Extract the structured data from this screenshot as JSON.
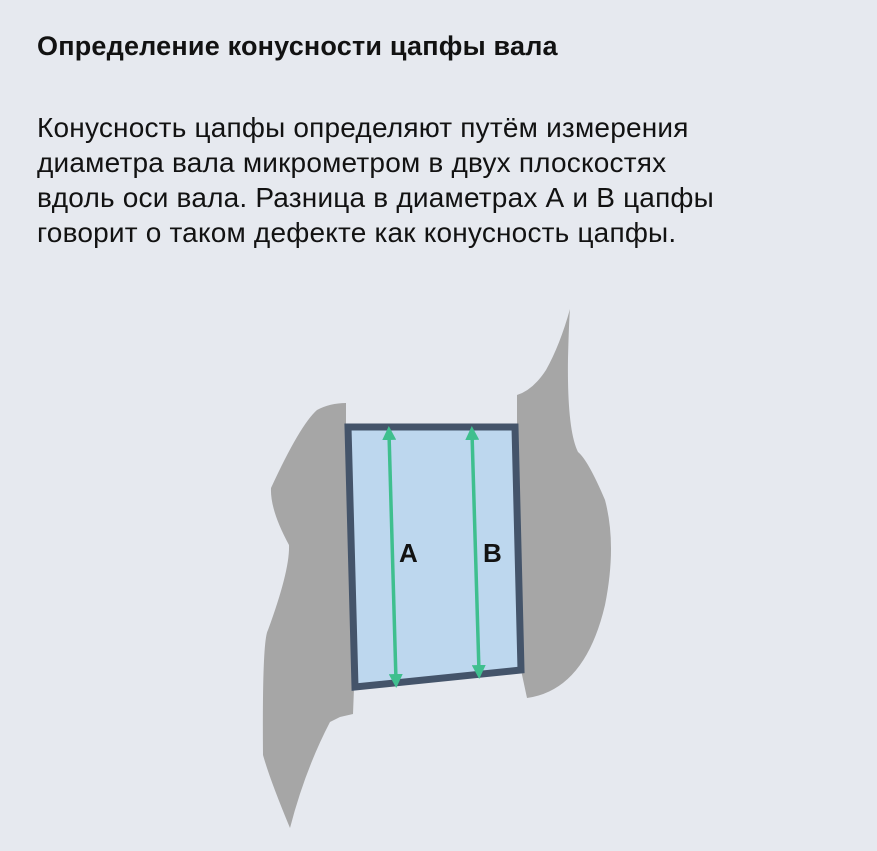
{
  "title": "Определение конусности цапфы вала",
  "description_lines": [
    "Конусность цапфы определяют путём измерения",
    "диаметра вала микрометром в двух плоскостях",
    "вдоль оси вала. Разница в диаметрах А и В цапфы",
    "говорит о таком дефекте как конусность цапфы."
  ],
  "diagram": {
    "label_a": "A",
    "label_b": "B",
    "colors": {
      "background": "#e6e9ef",
      "shaft_body": "#a6a6a6",
      "journal_fill": "#bdd7ee",
      "journal_border": "#44546a",
      "measure_arrow": "#3fbf8e"
    }
  }
}
